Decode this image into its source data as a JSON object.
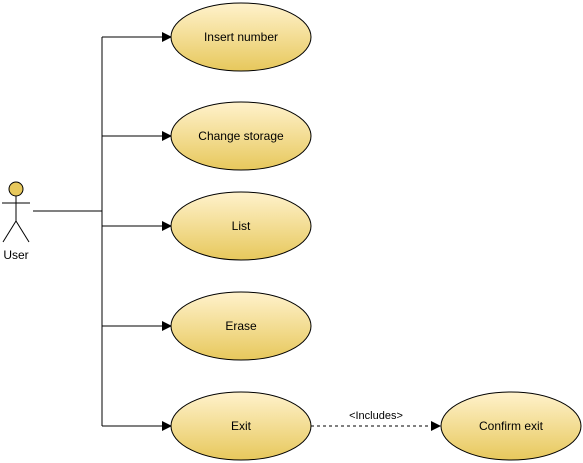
{
  "actor": {
    "label": "User"
  },
  "use_cases": {
    "insert": "Insert number",
    "change": "Change storage",
    "list": "List",
    "erase": "Erase",
    "exit": "Exit",
    "confirm": "Confirm exit"
  },
  "relations": {
    "includes": "<Includes>"
  },
  "colors": {
    "use_case_fill_top": "#FFF2CC",
    "use_case_fill_bottom": "#E7C85C",
    "actor_head_fill": "#E7C85C",
    "line": "#000000"
  }
}
